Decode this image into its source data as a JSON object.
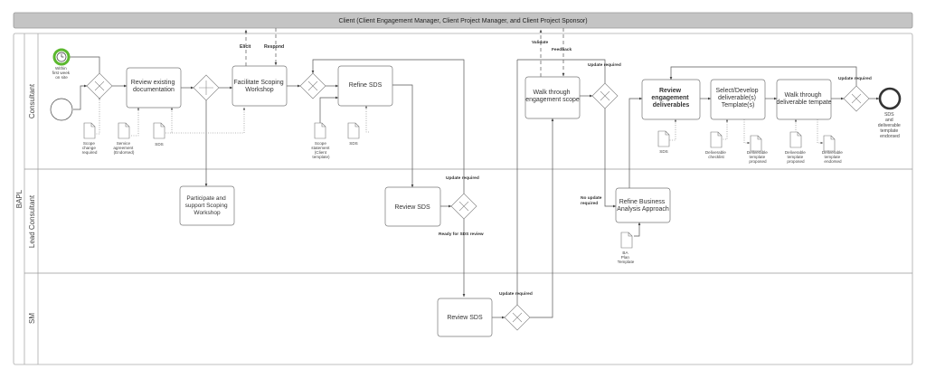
{
  "client_pool": {
    "label": "Client (Client Engagement Manager, Client Project Manager, and Client Project Sponsor)"
  },
  "pool": {
    "label": "BAPL"
  },
  "lanes": [
    {
      "id": "consultant",
      "label": "Consultant"
    },
    {
      "id": "lead",
      "label": "Lead Consultant"
    },
    {
      "id": "sm",
      "label": "SM"
    }
  ],
  "events": {
    "timer_start": {
      "icon": "clock-icon",
      "label": [
        "Within",
        "first week",
        "on site"
      ],
      "color": "#5cb82f"
    },
    "end": {
      "label": [
        "SDS",
        "and",
        "deliverable",
        "template",
        "endorsed"
      ]
    }
  },
  "tasks": {
    "review_docs": [
      "Review existing",
      "documentation"
    ],
    "facilitate": [
      "Facilitate Scoping",
      "Workshop"
    ],
    "refine_sds": [
      "Refine SDS"
    ],
    "walk_scope": [
      "Walk through",
      "engagement scope"
    ],
    "review_deliv": [
      "Review",
      "engagement",
      "deliverables"
    ],
    "select_dev": [
      "Select/Develop",
      "deliverable(s)",
      "Template(s)"
    ],
    "walk_deliv": [
      "Walk through",
      "deliverable tempate"
    ],
    "participate": [
      "Participate and",
      "support Scoping",
      "Workshop"
    ],
    "lead_review_sds": [
      "Review SDS"
    ],
    "refine_ba": [
      "Refine Business",
      "Analysis Approach"
    ],
    "sm_review_sds": [
      "Review SDS"
    ]
  },
  "documents": {
    "scope_change": [
      "Scope",
      "change",
      "required"
    ],
    "service_agreement": [
      "Service",
      "agreement",
      "(Endorsed)"
    ],
    "sds1": [
      "SDS"
    ],
    "scope_statement": [
      "Scope",
      "statement",
      "(Client",
      "template)"
    ],
    "sds2": [
      "SDS"
    ],
    "sds3": [
      "SDS"
    ],
    "deliv_checklist": [
      "Deliverable",
      "checklist"
    ],
    "deliv_proposed1": [
      "Deliverable",
      "template",
      "proposed"
    ],
    "deliv_proposed2": [
      "Deliverable",
      "template",
      "proposed"
    ],
    "deliv_endorsed": [
      "Deliverable",
      "template",
      "endorsed"
    ],
    "ba_plan": [
      "BA",
      "Plan",
      "Template"
    ]
  },
  "flow_labels": {
    "elicit": "Elicit",
    "respond": "Respond",
    "validate": "Validate",
    "feedback": "Feedback",
    "update_required_1": "Update required",
    "update_required_2": "Update required",
    "update_required_lead": "Update required",
    "ready_for_review": "Ready for SDS review",
    "update_required_sm": "Update required",
    "no_update": [
      "No update",
      "required"
    ]
  }
}
